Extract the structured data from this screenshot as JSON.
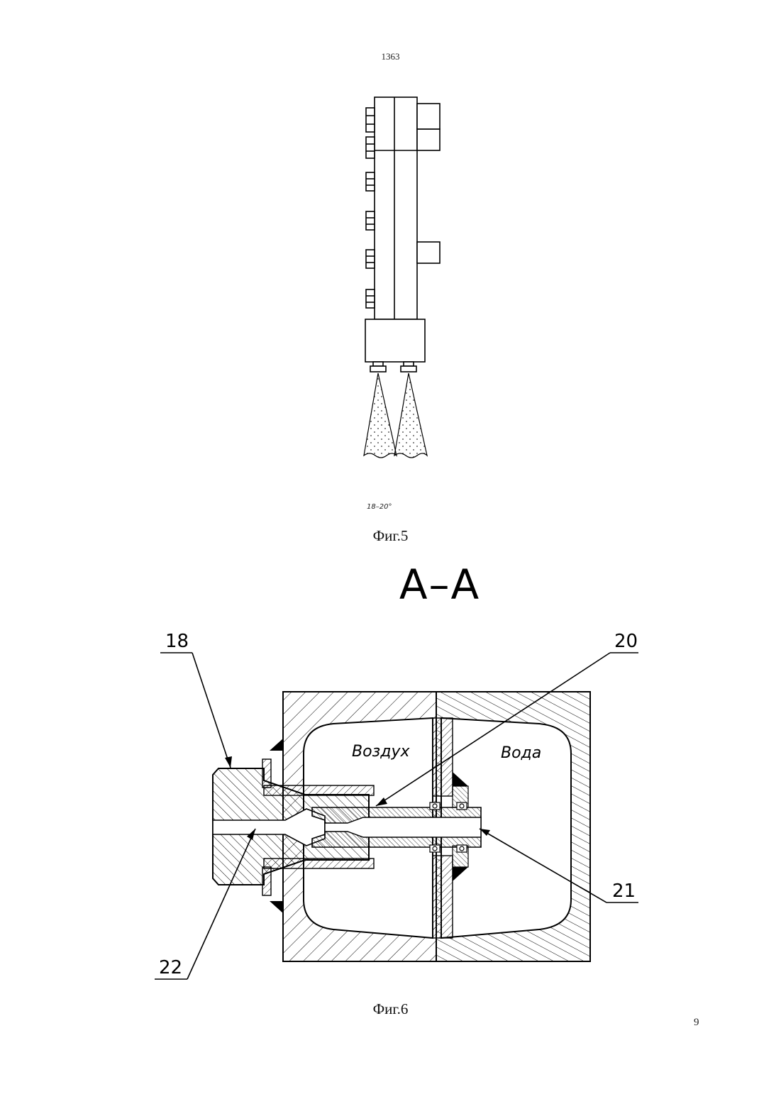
{
  "header": {
    "page_code": "1363"
  },
  "fig5": {
    "angle_text": "18–20°",
    "caption": "Фиг.5"
  },
  "fig6": {
    "section_label": "A–A",
    "callouts": {
      "c18": "18",
      "c20": "20",
      "c21": "21",
      "c22": "22"
    },
    "chamber_air": "Воздух",
    "chamber_water": "Вода",
    "caption": "Фиг.6"
  },
  "footer": {
    "page_number": "9"
  }
}
